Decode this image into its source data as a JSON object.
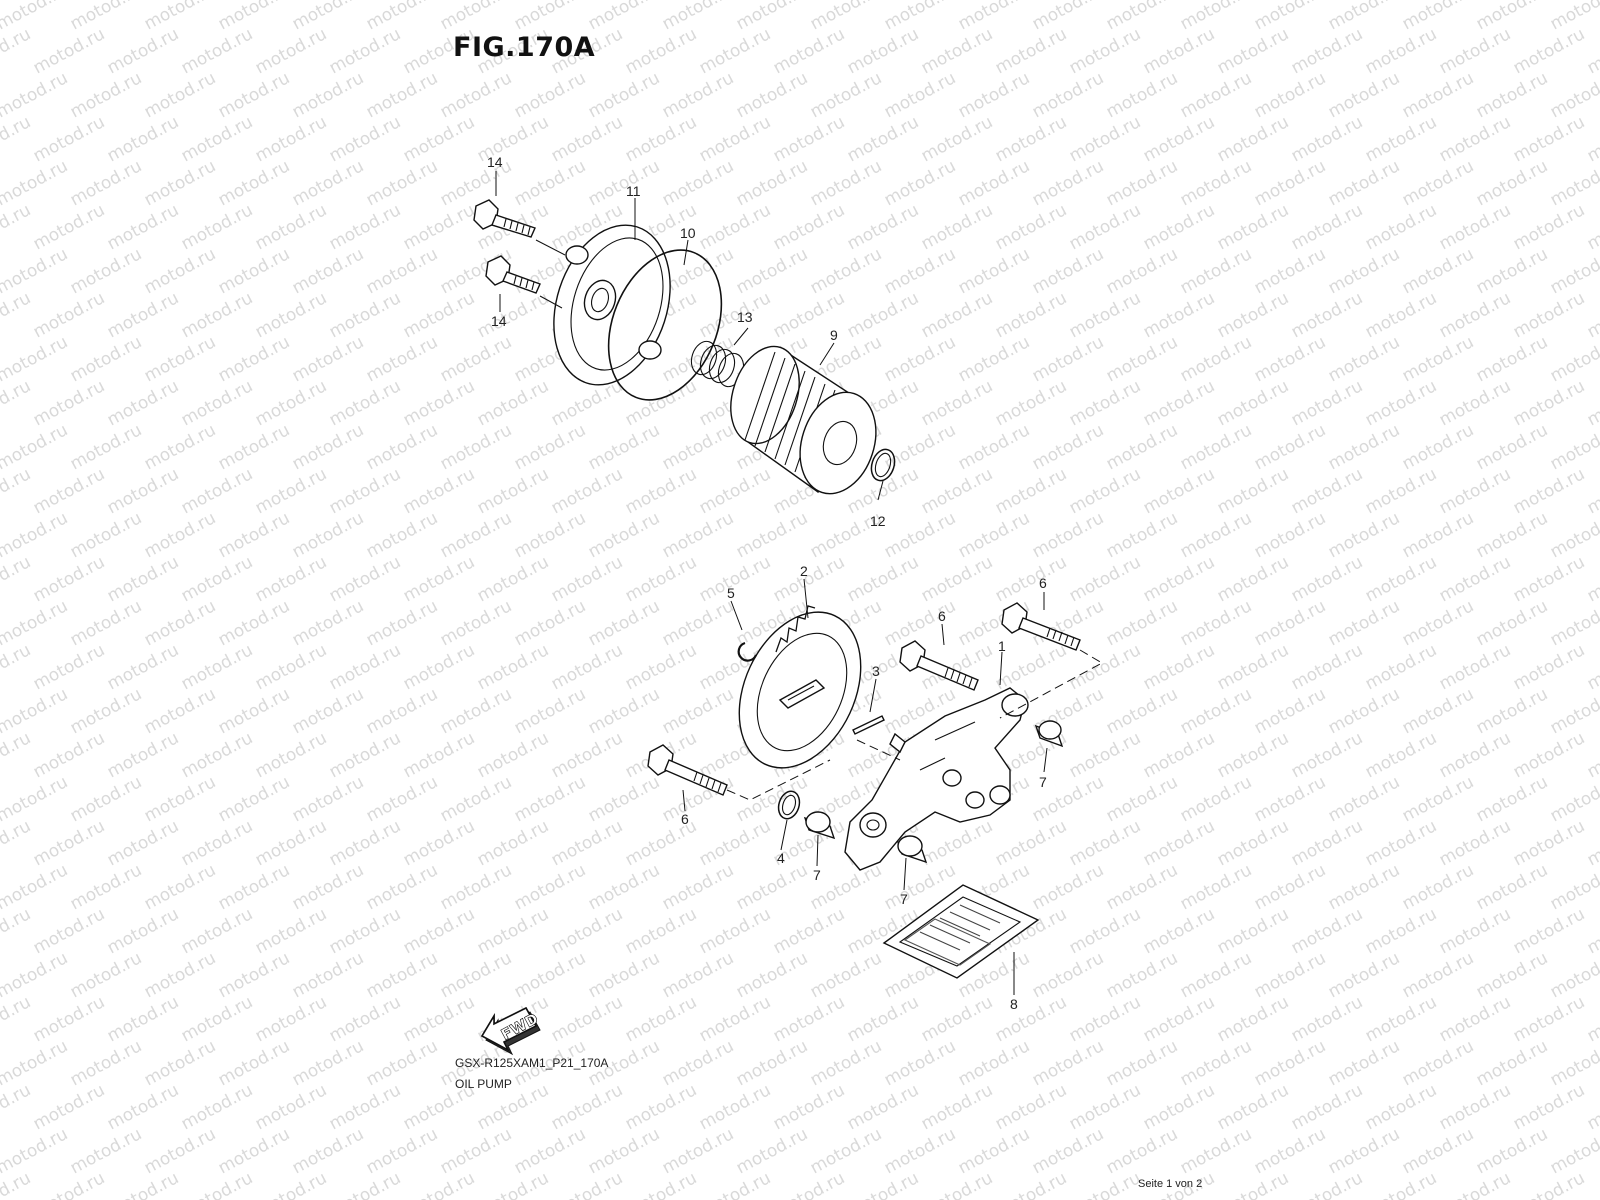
{
  "figure": {
    "title": "FIG.170A",
    "code": "GSX-R125XAM1_P21_170A",
    "name": "OIL PUMP",
    "page": "Seite 1 von 2"
  },
  "watermark": {
    "text": "motod.ru",
    "color": "#d9d9d9"
  },
  "fwd_marker": {
    "label": "FWD",
    "icon": "fwd-arrow-icon"
  },
  "callouts": [
    "14",
    "11",
    "10",
    "14",
    "13",
    "9",
    "12",
    "2",
    "5",
    "6",
    "6",
    "1",
    "3",
    "7",
    "6",
    "4",
    "7",
    "7",
    "8"
  ]
}
